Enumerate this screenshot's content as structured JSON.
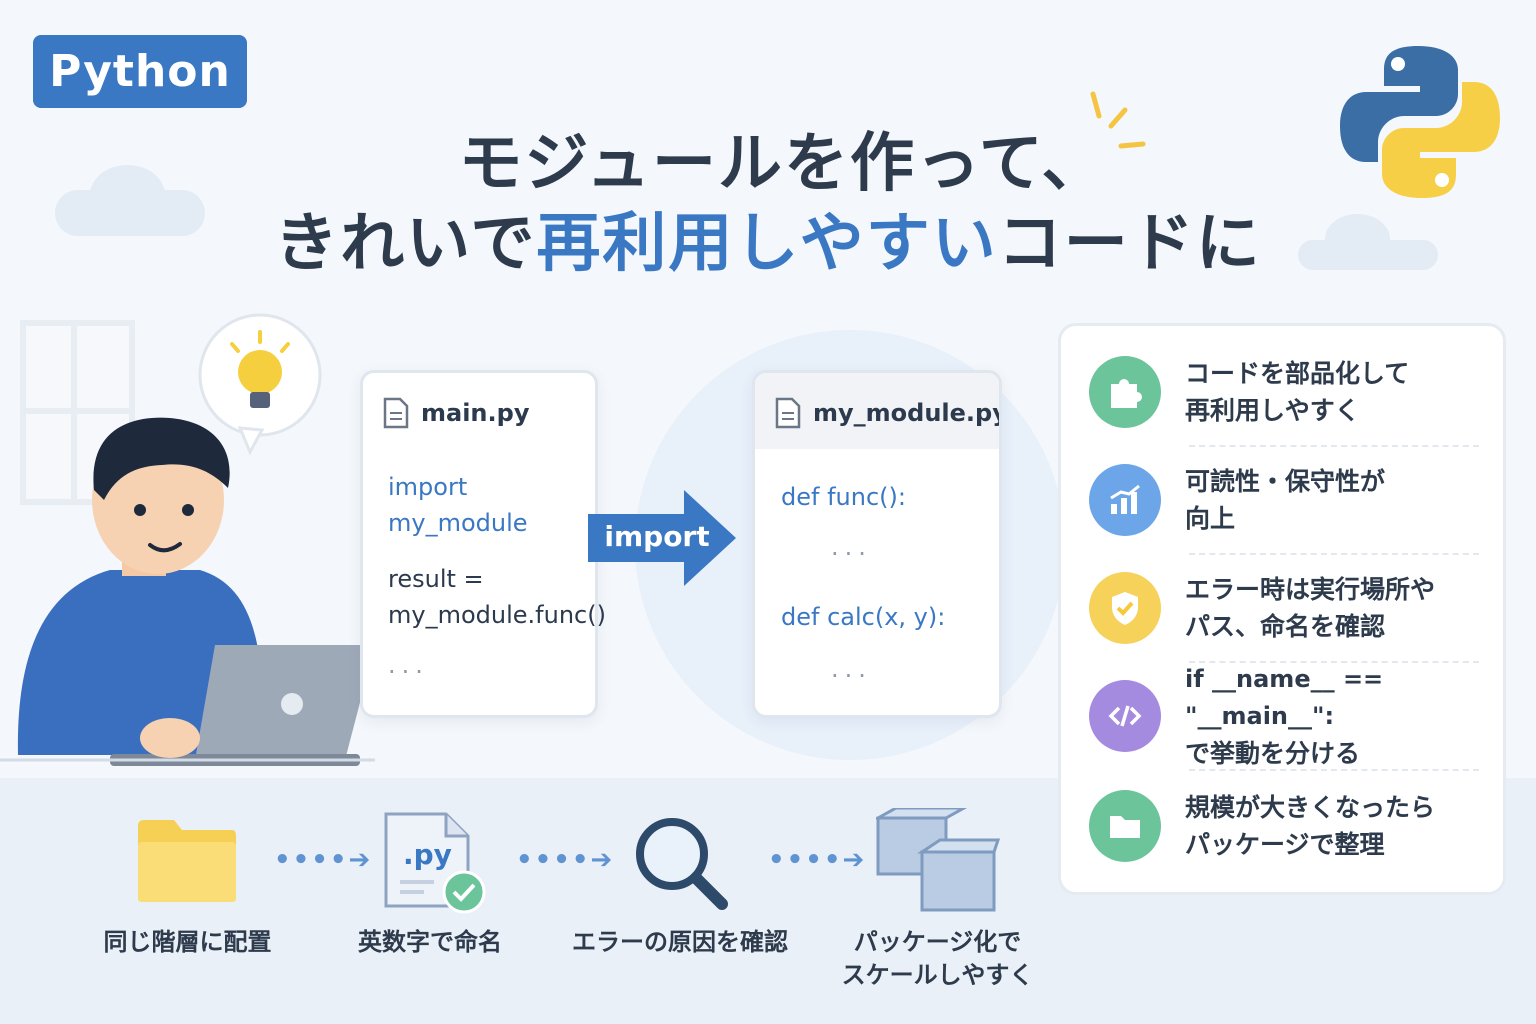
{
  "badge": "Python",
  "title": {
    "line1": "モジュールを作って、",
    "line2_pre": "きれいで",
    "line2_highlight": "再利用しやすい",
    "line2_post": "コードに"
  },
  "main_file": {
    "name": "main.py",
    "code_import": "import",
    "code_module": "my_module",
    "code_result": "result =",
    "code_call": "my_module.func()",
    "dots": "..."
  },
  "arrow_label": "import",
  "module_file": {
    "name": "my_module.py",
    "def1_kw": "def",
    "def1_name": "func():",
    "dots1": "...",
    "def2_kw": "def",
    "def2_name": "calc(x, y):",
    "dots2": "..."
  },
  "features": [
    {
      "icon": "puzzle-icon",
      "line1": "コードを部品化して",
      "line2": "再利用しやすく",
      "color": "#6cc49a"
    },
    {
      "icon": "chart-icon",
      "line1": "可読性・保守性が",
      "line2": "向上",
      "color": "#6ca6e8"
    },
    {
      "icon": "shield-check-icon",
      "line1": "エラー時は実行場所や",
      "line2": "パス、命名を確認",
      "color": "#f6d25a"
    },
    {
      "icon": "code-icon",
      "line1": "if __name__ == \"__main__\":",
      "line2": "で挙動を分ける",
      "color": "#a58be0"
    },
    {
      "icon": "folder-icon",
      "line1": "規模が大きくなったら",
      "line2": "パッケージで整理",
      "color": "#6cc49a"
    }
  ],
  "steps": [
    {
      "icon": "folder-icon",
      "label1": "同じ階層に配置",
      "label2": ""
    },
    {
      "icon": "py-file-check-icon",
      "label1": "英数字で命名",
      "label2": "",
      "file_ext": ".py"
    },
    {
      "icon": "magnifier-icon",
      "label1": "エラーの原因を確認",
      "label2": ""
    },
    {
      "icon": "boxes-icon",
      "label1": "パッケージ化で",
      "label2": "スケールしやすく"
    }
  ],
  "colors": {
    "accent": "#3a78c3",
    "python_blue": "#3a6ea5",
    "python_yellow": "#f7cf47"
  }
}
